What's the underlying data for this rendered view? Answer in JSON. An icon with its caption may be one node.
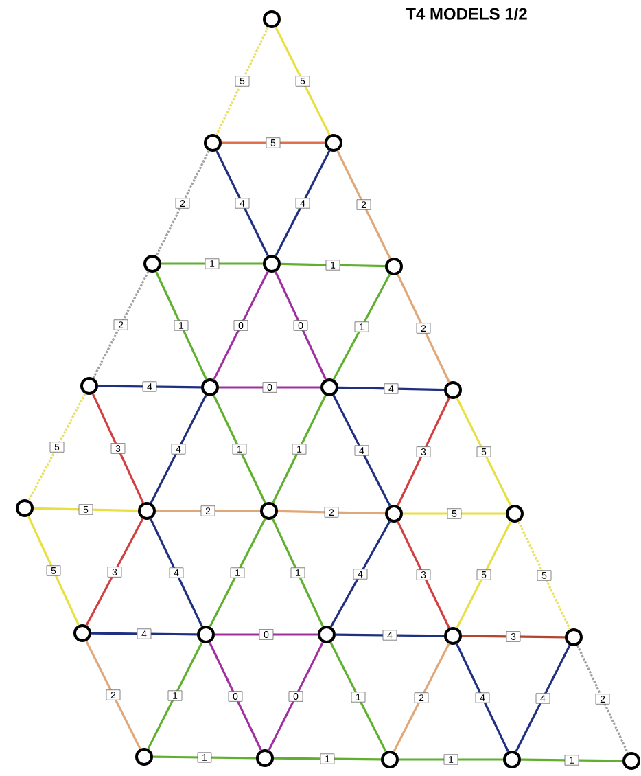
{
  "diagram": {
    "title": "T4 MODELS 1/2",
    "nodes": [
      {
        "text": [],
        "shape": "circle"
      },
      {
        "text": [],
        "shape": "circle"
      },
      {
        "text": [],
        "shape": "circle"
      },
      {
        "text": [],
        "shape": "circle"
      },
      {
        "text": [],
        "shape": "circle"
      },
      {
        "text": [],
        "shape": "circle"
      },
      {
        "text": [],
        "shape": "circle"
      },
      {
        "text": [],
        "shape": "circle"
      },
      {
        "text": [],
        "shape": "circle"
      },
      {
        "text": [],
        "shape": "circle"
      },
      {
        "text": [],
        "shape": "circle"
      },
      {
        "text": [],
        "shape": "circle"
      },
      {
        "text": [],
        "shape": "circle"
      },
      {
        "text": [],
        "shape": "circle"
      },
      {
        "text": [],
        "shape": "circle"
      },
      {
        "text": [],
        "shape": "circle"
      },
      {
        "text": [],
        "shape": "circle"
      },
      {
        "text": [],
        "shape": "circle"
      },
      {
        "text": [],
        "shape": "circle"
      },
      {
        "text": [],
        "shape": "circle"
      },
      {
        "text": [],
        "shape": "circle"
      },
      {
        "text": [],
        "shape": "circle"
      },
      {
        "text": [],
        "shape": "circle"
      },
      {
        "text": [],
        "shape": "circle"
      },
      {
        "text": [],
        "shape": "circle"
      }
    ],
    "edges": [
      {
        "from": 0,
        "to": 1,
        "arrow": "none",
        "label": "5",
        "style": "dashed",
        "color": "#e8e060"
      },
      {
        "from": 0,
        "to": 2,
        "arrow": "none",
        "label": "5",
        "color": "#e8e040"
      },
      {
        "from": 1,
        "to": 2,
        "arrow": "none",
        "label": "5",
        "color": "#e07050"
      },
      {
        "from": 1,
        "to": 3,
        "arrow": "none",
        "label": "2",
        "style": "dashed",
        "color": "#a0a0a0"
      },
      {
        "from": 1,
        "to": 4,
        "arrow": "none",
        "label": "4",
        "color": "#203080"
      },
      {
        "from": 2,
        "to": 4,
        "arrow": "none",
        "label": "4",
        "color": "#203080"
      },
      {
        "from": 2,
        "to": 5,
        "arrow": "none",
        "label": "2",
        "color": "#e0a878"
      },
      {
        "from": 3,
        "to": 4,
        "arrow": "none",
        "label": "1"
      },
      {
        "from": 4,
        "to": 5,
        "arrow": "none",
        "label": "1"
      },
      {
        "from": 3,
        "to": 6,
        "arrow": "none",
        "label": "2",
        "style": "dashed",
        "color": "#a0a0a0"
      },
      {
        "from": 3,
        "to": 7,
        "arrow": "none",
        "label": "1"
      },
      {
        "from": 4,
        "to": 7,
        "arrow": "none",
        "label": "0",
        "color": "#a030a0"
      },
      {
        "from": 4,
        "to": 8,
        "arrow": "none",
        "label": "0",
        "color": "#a030a0"
      },
      {
        "from": 5,
        "to": 8,
        "arrow": "none",
        "label": "1"
      },
      {
        "from": 5,
        "to": 9,
        "arrow": "none",
        "label": "2",
        "color": "#e0a878"
      },
      {
        "from": 6,
        "to": 7,
        "arrow": "none",
        "label": "4",
        "color": "#203080"
      },
      {
        "from": 7,
        "to": 8,
        "arrow": "none",
        "label": "0",
        "color": "#a030a0"
      },
      {
        "from": 8,
        "to": 9,
        "arrow": "none",
        "label": "4",
        "color": "#203080"
      },
      {
        "from": 6,
        "to": 10,
        "arrow": "none",
        "label": "5",
        "style": "dashed",
        "color": "#e8e060"
      },
      {
        "from": 6,
        "to": 11,
        "arrow": "none",
        "label": "3",
        "color": "#d04040"
      },
      {
        "from": 7,
        "to": 11,
        "arrow": "none",
        "label": "4",
        "color": "#203080"
      },
      {
        "from": 7,
        "to": 12,
        "arrow": "none",
        "label": "1"
      },
      {
        "from": 8,
        "to": 12,
        "arrow": "none",
        "label": "1"
      },
      {
        "from": 8,
        "to": 13,
        "arrow": "none",
        "label": "4",
        "color": "#203080"
      },
      {
        "from": 9,
        "to": 13,
        "arrow": "none",
        "label": "3",
        "color": "#d04040"
      },
      {
        "from": 9,
        "to": 14,
        "arrow": "none",
        "label": "5",
        "color": "#e8e040"
      },
      {
        "from": 10,
        "to": 11,
        "arrow": "none",
        "label": "5",
        "color": "#e8e040"
      },
      {
        "from": 11,
        "to": 12,
        "arrow": "none",
        "label": "2",
        "color": "#e0a878"
      },
      {
        "from": 12,
        "to": 13,
        "arrow": "none",
        "label": "2",
        "color": "#e0a878"
      },
      {
        "from": 13,
        "to": 14,
        "arrow": "none",
        "label": "5",
        "color": "#e8e040"
      },
      {
        "from": 10,
        "to": 15,
        "arrow": "none",
        "label": "5",
        "color": "#e8e040"
      },
      {
        "from": 11,
        "to": 15,
        "arrow": "none",
        "label": "3",
        "color": "#d04040"
      },
      {
        "from": 11,
        "to": 16,
        "arrow": "none",
        "label": "4",
        "color": "#203080"
      },
      {
        "from": 12,
        "to": 16,
        "arrow": "none",
        "label": "1"
      },
      {
        "from": 12,
        "to": 17,
        "arrow": "none",
        "label": "1"
      },
      {
        "from": 13,
        "to": 17,
        "arrow": "none",
        "label": "4",
        "color": "#203080"
      },
      {
        "from": 13,
        "to": 18,
        "arrow": "none",
        "label": "3",
        "color": "#d04040"
      },
      {
        "from": 14,
        "to": 18,
        "arrow": "none",
        "label": "5",
        "color": "#e8e040"
      },
      {
        "from": 14,
        "to": 19,
        "arrow": "none",
        "label": "5",
        "style": "dashed",
        "color": "#e8e060"
      },
      {
        "from": 15,
        "to": 16,
        "arrow": "none",
        "label": "4",
        "color": "#203080"
      },
      {
        "from": 16,
        "to": 17,
        "arrow": "none",
        "label": "0",
        "color": "#a030a0"
      },
      {
        "from": 17,
        "to": 18,
        "arrow": "none",
        "label": "4",
        "color": "#203080"
      },
      {
        "from": 18,
        "to": 19,
        "arrow": "none",
        "label": "3",
        "color": "#b04830"
      },
      {
        "from": 15,
        "to": 20,
        "arrow": "none",
        "label": "2",
        "color": "#e0a878"
      },
      {
        "from": 16,
        "to": 20,
        "arrow": "none",
        "label": "1"
      },
      {
        "from": 16,
        "to": 21,
        "arrow": "none",
        "label": "0",
        "color": "#a030a0"
      },
      {
        "from": 17,
        "to": 21,
        "arrow": "none",
        "label": "0",
        "color": "#a030a0"
      },
      {
        "from": 17,
        "to": 22,
        "arrow": "none",
        "label": "1"
      },
      {
        "from": 18,
        "to": 22,
        "arrow": "none",
        "label": "2",
        "color": "#e0a878"
      },
      {
        "from": 18,
        "to": 23,
        "arrow": "none",
        "label": "4",
        "color": "#203080"
      },
      {
        "from": 19,
        "to": 23,
        "arrow": "none",
        "label": "4",
        "color": "#203080"
      },
      {
        "from": 19,
        "to": 24,
        "arrow": "none",
        "label": "2",
        "style": "dashed",
        "color": "#a0a0a0"
      },
      {
        "from": 20,
        "to": 21,
        "arrow": "none",
        "label": "1"
      },
      {
        "from": 21,
        "to": 22,
        "arrow": "none",
        "label": "1"
      },
      {
        "from": 22,
        "to": 23,
        "arrow": "none",
        "label": "1"
      },
      {
        "from": 23,
        "to": 24,
        "arrow": "none",
        "label": "1"
      }
    ]
  }
}
